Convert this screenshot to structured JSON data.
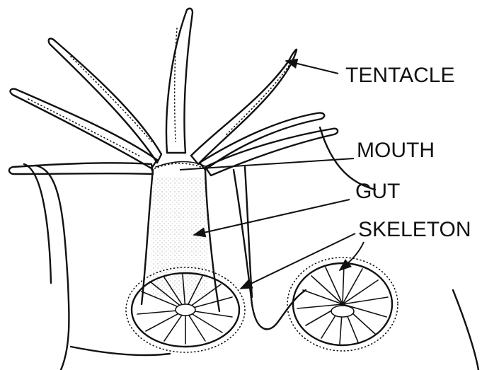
{
  "labels": {
    "tentacle": "TENTACLE",
    "mouth": "MOUTH",
    "gut": "GUT",
    "skeleton": "SKELETON"
  }
}
